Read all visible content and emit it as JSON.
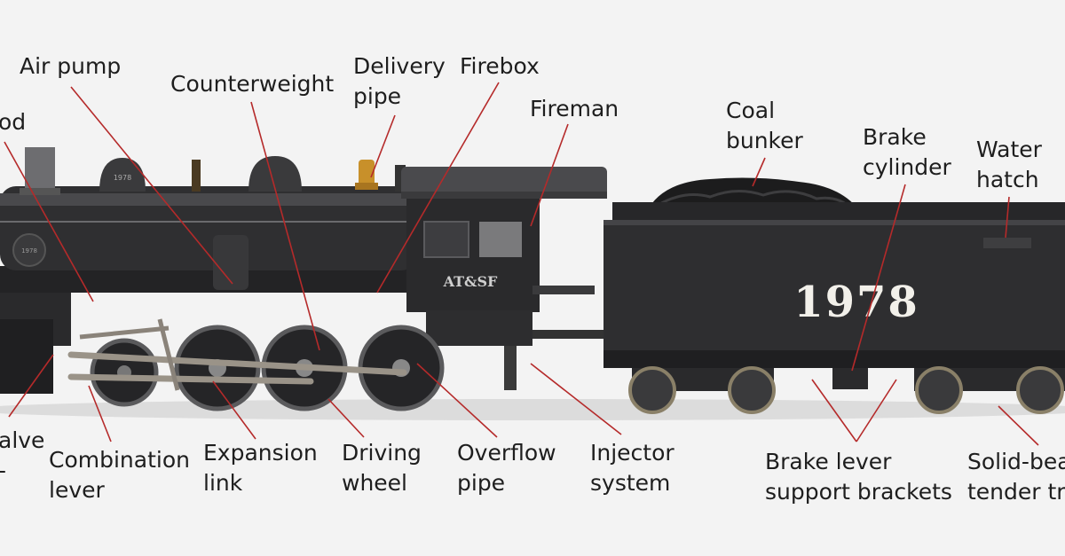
{
  "tender_number": "1978",
  "cab_lettering": "AT&SF",
  "number_plate": "1978",
  "labels": {
    "rod": [
      "od"
    ],
    "air_pump": [
      "Air pump"
    ],
    "counterweight": [
      "Counterweight"
    ],
    "delivery_pipe": [
      "Delivery",
      "pipe"
    ],
    "firebox": [
      "Firebox"
    ],
    "fireman": [
      "Fireman"
    ],
    "coal_bunker": [
      "Coal",
      "bunker"
    ],
    "brake_cylinder": [
      "Brake",
      "cylinder"
    ],
    "water_hatch": [
      "Water",
      "hatch"
    ],
    "valve": [
      "alve",
      "-"
    ],
    "combination_lever": [
      "Combination",
      "lever"
    ],
    "expansion_link": [
      "Expansion",
      "link"
    ],
    "driving_wheel": [
      "Driving",
      "wheel"
    ],
    "overflow_pipe": [
      "Overflow",
      "pipe"
    ],
    "injector_system": [
      "Injector",
      "system"
    ],
    "brake_lever_brackets": [
      "Brake lever",
      "support brackets"
    ],
    "solid_bearing_trucks": [
      "Solid-bea",
      "tender tr"
    ]
  },
  "colors": {
    "background": "#f3f3f3",
    "body": "#2b2b2d",
    "leader": "#b52a2a",
    "text": "#1e1e1e",
    "tender_number": "#f2f0ea",
    "brass": "#c8902a"
  }
}
